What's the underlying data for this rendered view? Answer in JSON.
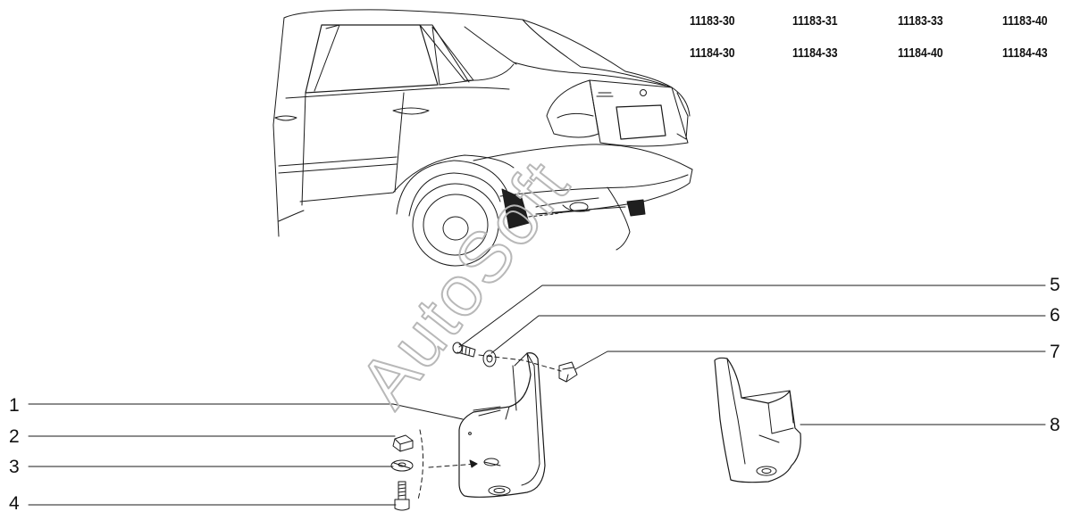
{
  "models": [
    [
      "11183-30",
      "11183-31",
      "11183-33",
      "11183-40"
    ],
    [
      "11184-30",
      "11184-33",
      "11184-40",
      "11184-43"
    ]
  ],
  "callouts": [
    "1",
    "2",
    "3",
    "4",
    "5",
    "6",
    "7",
    "8"
  ],
  "watermark": "AutoSoft",
  "colors": {
    "line": "#1a1a1a",
    "watermark": "#b8b8b8",
    "fill": "#1f1f1f"
  }
}
